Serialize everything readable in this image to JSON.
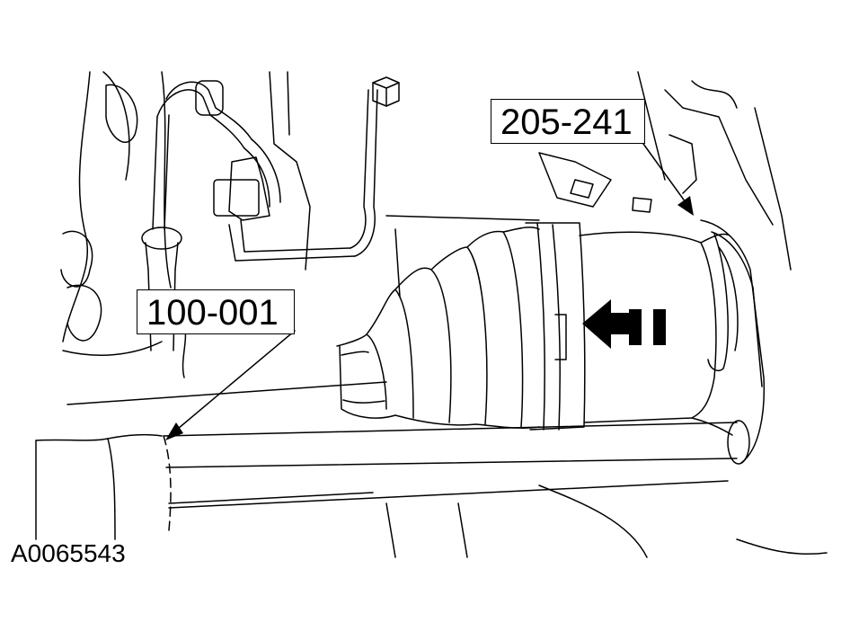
{
  "diagram": {
    "callouts": [
      {
        "id": "tool-205-241",
        "label": "205-241"
      },
      {
        "id": "tool-100-001",
        "label": "100-001"
      }
    ],
    "figure_id": "A0065543"
  },
  "colors": {
    "line": "#000000",
    "background": "#ffffff"
  }
}
